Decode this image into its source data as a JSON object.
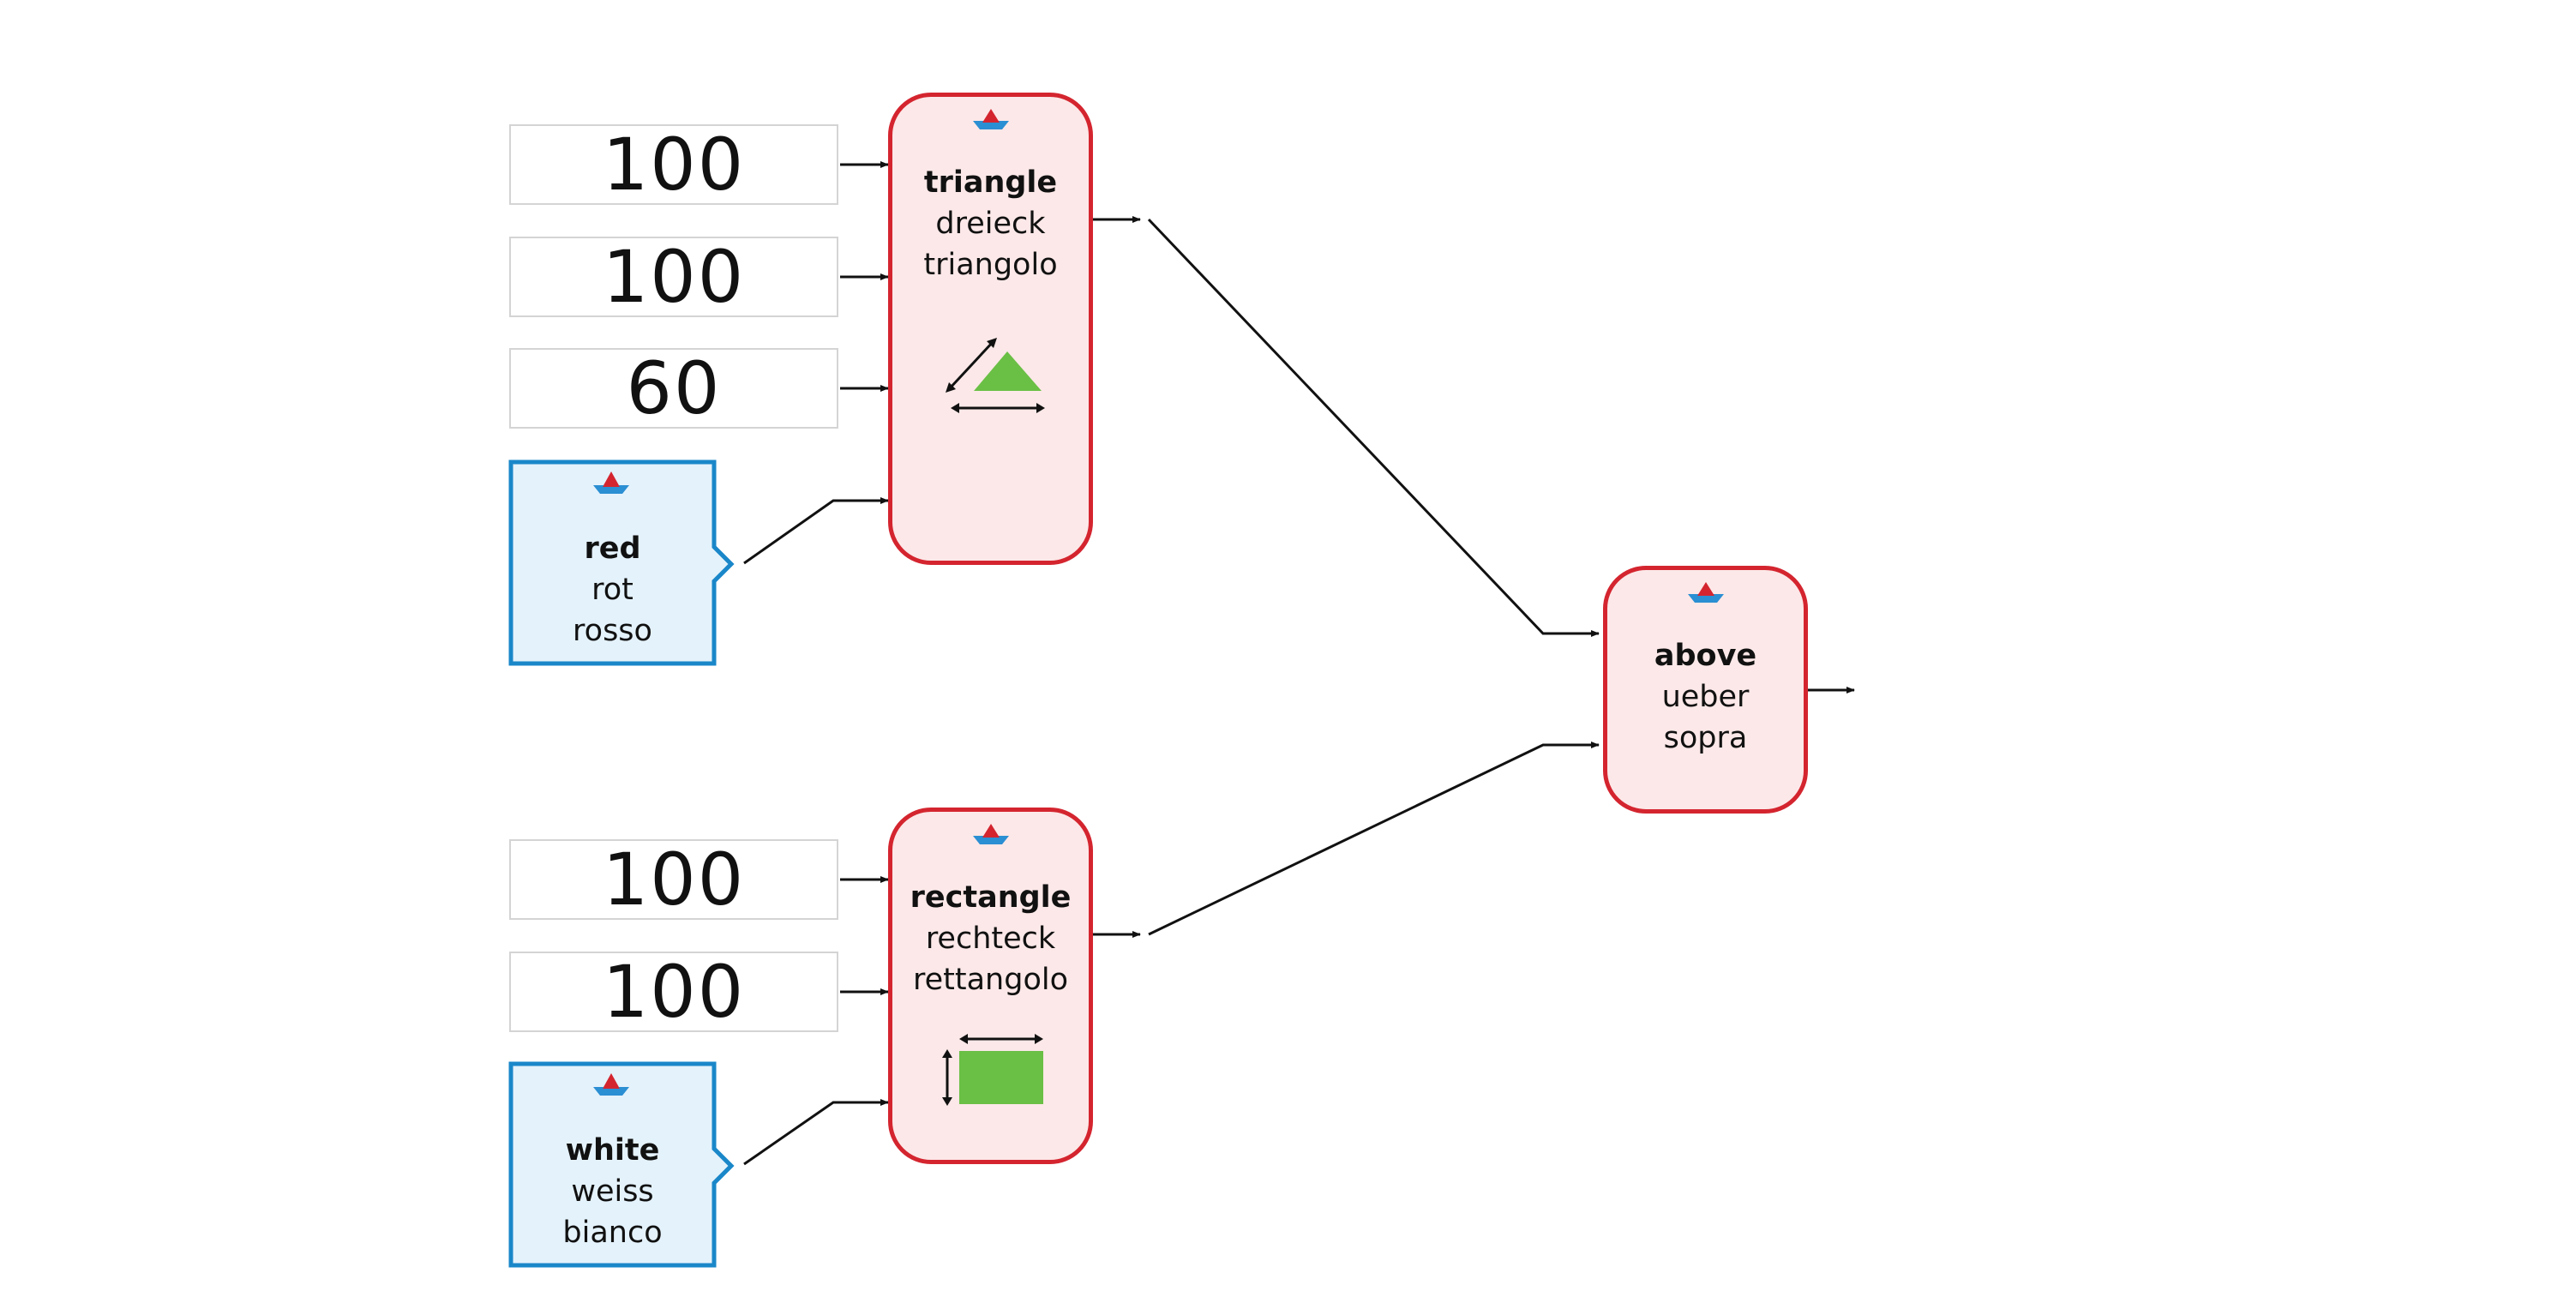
{
  "numbers": {
    "triangle_a": "100",
    "triangle_b": "100",
    "triangle_angle": "60",
    "rect_width": "100",
    "rect_height": "100"
  },
  "triangle_func": {
    "en": "triangle",
    "de": "dreieck",
    "it": "triangolo",
    "icon": "triangle-with-side-arrows-icon"
  },
  "rectangle_func": {
    "en": "rectangle",
    "de": "rechteck",
    "it": "rettangolo",
    "icon": "rectangle-with-dimension-arrows-icon"
  },
  "above_func": {
    "en": "above",
    "de": "ueber",
    "it": "sopra"
  },
  "color_red": {
    "en": "red",
    "de": "rot",
    "it": "rosso"
  },
  "color_white": {
    "en": "white",
    "de": "weiss",
    "it": "bianco"
  },
  "colors": {
    "function_border": "#d4252f",
    "function_fill": "#fce8e8",
    "value_border": "#1a87c9",
    "value_fill": "#e4f2fb",
    "shape_green": "#6abf45",
    "boat_red": "#d4252f",
    "boat_blue": "#2b8fd3"
  }
}
